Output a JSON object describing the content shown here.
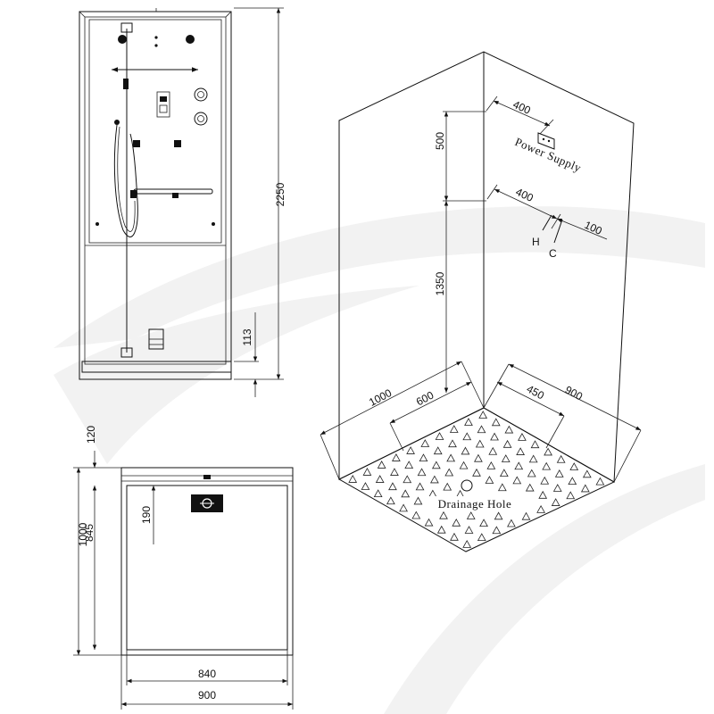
{
  "front_view": {
    "height_total": "2250",
    "height_base": "113"
  },
  "plan_view": {
    "depth_outer": "1000",
    "depth_inner": "845",
    "top_offset": "120",
    "drain_offset": "190",
    "width_inner": "840",
    "width_outer": "900"
  },
  "iso_view": {
    "left_wall_length": "1000",
    "left_inner": "600",
    "right_inner": "450",
    "right_wall_length": "900",
    "power_offset": "400",
    "power_height": "500",
    "valve_offset": "400",
    "valve_spacing": "100",
    "valve_height": "1350",
    "hot_label": "H",
    "cold_label": "C",
    "power_label": "Power Supply",
    "drain_label": "Drainage Hole"
  },
  "colors": {
    "line": "#111111",
    "watermark": "#f1f1f1",
    "fill_dark": "#111111"
  }
}
